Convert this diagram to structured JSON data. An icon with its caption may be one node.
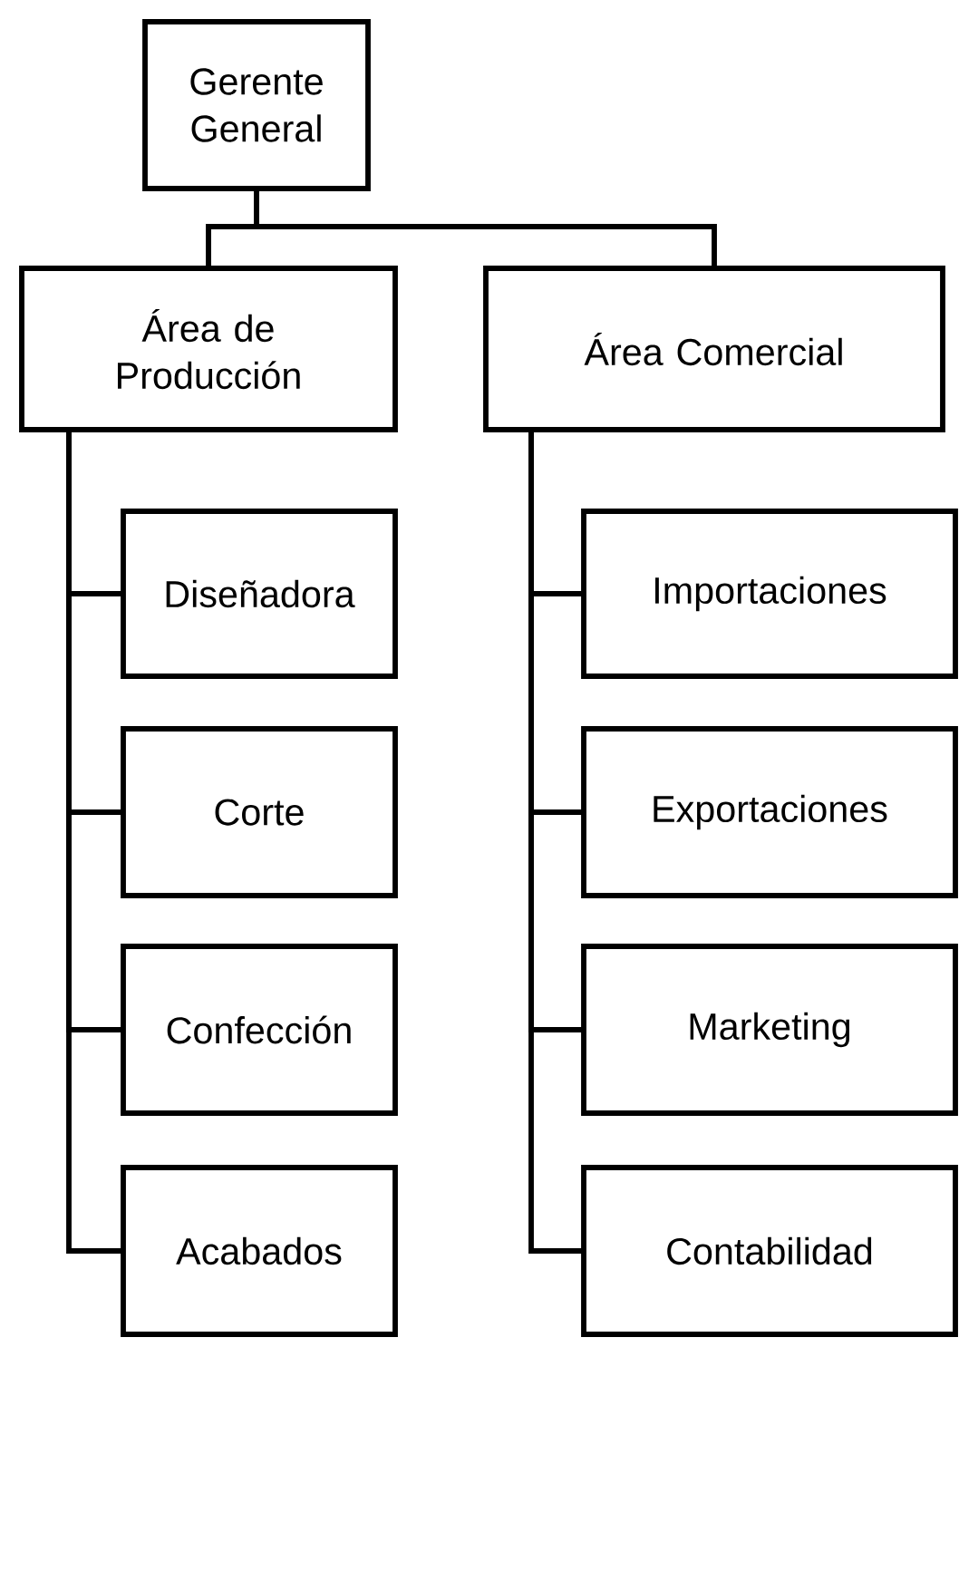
{
  "diagram": {
    "nodes": [
      {
        "text": [
          "Gerente General"
        ]
      },
      {
        "text": [
          "Área de Producción"
        ]
      },
      {
        "text": [
          "Área Comercial"
        ]
      },
      {
        "text": [
          "Diseñadora"
        ]
      },
      {
        "text": [
          "Corte"
        ]
      },
      {
        "text": [
          "Confección"
        ]
      },
      {
        "text": [
          "Acabados"
        ]
      },
      {
        "text": [
          "Importaciones"
        ]
      },
      {
        "text": [
          "Exportaciones"
        ]
      },
      {
        "text": [
          "Marketing"
        ]
      },
      {
        "text": [
          "Contabilidad"
        ]
      }
    ],
    "edges": [
      {
        "from": 0,
        "to": 1,
        "arrow": "none"
      },
      {
        "from": 0,
        "to": 2,
        "arrow": "none"
      },
      {
        "from": 1,
        "to": 3,
        "arrow": "none"
      },
      {
        "from": 1,
        "to": 4,
        "arrow": "none"
      },
      {
        "from": 1,
        "to": 5,
        "arrow": "none"
      },
      {
        "from": 1,
        "to": 6,
        "arrow": "none"
      },
      {
        "from": 2,
        "to": 7,
        "arrow": "none"
      },
      {
        "from": 2,
        "to": 8,
        "arrow": "none"
      },
      {
        "from": 2,
        "to": 9,
        "arrow": "none"
      },
      {
        "from": 2,
        "to": 10,
        "arrow": "none"
      }
    ]
  }
}
